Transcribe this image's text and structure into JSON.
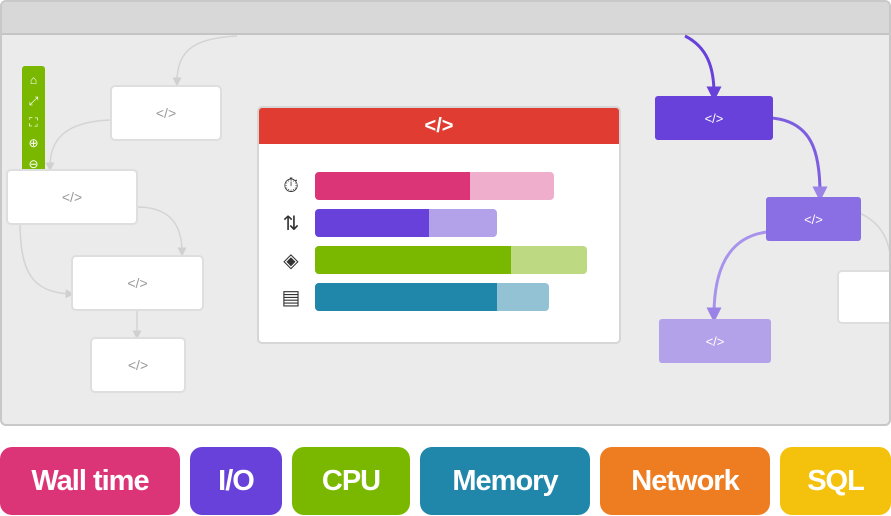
{
  "node_label": "</>",
  "toolbar": {
    "icons": [
      "home-icon",
      "expand-icon",
      "fit-icon",
      "zoom-in-icon",
      "zoom-out-icon"
    ],
    "glyphs": [
      "⌂",
      "⤢",
      "⛶",
      "⊕",
      "⊖"
    ]
  },
  "detail_card": {
    "header_color": "#e03c31",
    "metrics": [
      {
        "icon": "stopwatch-icon",
        "glyph": "⏱",
        "exclusive": 0.57,
        "inclusive": 0.88,
        "color": "#dc3577",
        "light": "#efaecb"
      },
      {
        "icon": "io-arrows-icon",
        "glyph": "⇅",
        "exclusive": 0.42,
        "inclusive": 0.67,
        "color": "#6741d9",
        "light": "#b3a1ea"
      },
      {
        "icon": "cpu-icon",
        "glyph": "◈",
        "exclusive": 0.72,
        "inclusive": 1.0,
        "color": "#7ab800",
        "light": "#bdd982"
      },
      {
        "icon": "memory-icon",
        "glyph": "▤",
        "exclusive": 0.67,
        "inclusive": 0.86,
        "color": "#2086aa",
        "light": "#92c2d4"
      }
    ]
  },
  "legend": [
    {
      "label": "Wall time",
      "color": "#dc3577"
    },
    {
      "label": "I/O",
      "color": "#6741d9"
    },
    {
      "label": "CPU",
      "color": "#7ab800"
    },
    {
      "label": "Memory",
      "color": "#2086aa"
    },
    {
      "label": "Network",
      "color": "#ee7d22"
    },
    {
      "label": "SQL",
      "color": "#f4c20d"
    }
  ]
}
